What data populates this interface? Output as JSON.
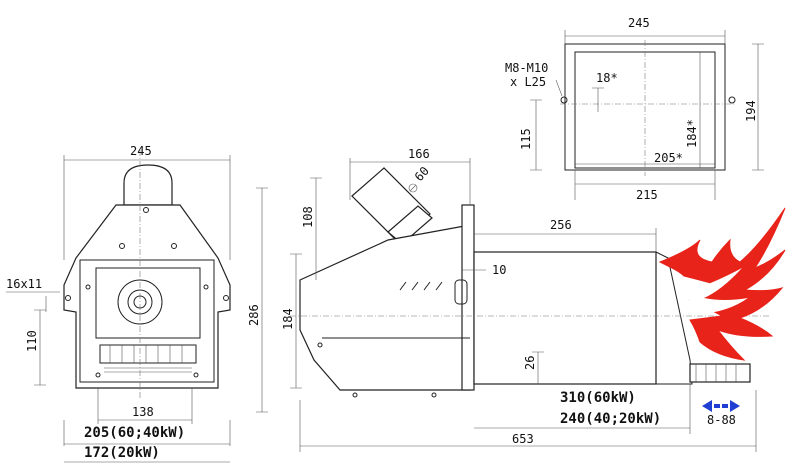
{
  "front_view": {
    "width_top": "245",
    "height_total": "286",
    "height_body": "184",
    "slot": "16x11",
    "offset_110": "110",
    "bottom_width": "138",
    "power_60_40": "205(60;40kW)",
    "power_20": "172(20kW)"
  },
  "side_view": {
    "tube_diam": "60",
    "top_len": "166",
    "height_108": "108",
    "flange_10": "10",
    "tube_len": "256",
    "gap_26": "26",
    "len_60kw": "310(60kW)",
    "len_40_20kw": "240(40;20kW)",
    "total_len": "653",
    "adjust_range": "8-88"
  },
  "flange_view": {
    "width_outer": "245",
    "bolt_spec_line1": "M8-M10",
    "bolt_spec_line2": "x L25",
    "dim_18": "18*",
    "height_outer": "194",
    "height_115": "115",
    "height_184": "184*",
    "width_205": "205*",
    "width_215": "215"
  },
  "colors": {
    "flame": "#e8231a",
    "arrow": "#1e3fd1",
    "line": "#222222"
  }
}
